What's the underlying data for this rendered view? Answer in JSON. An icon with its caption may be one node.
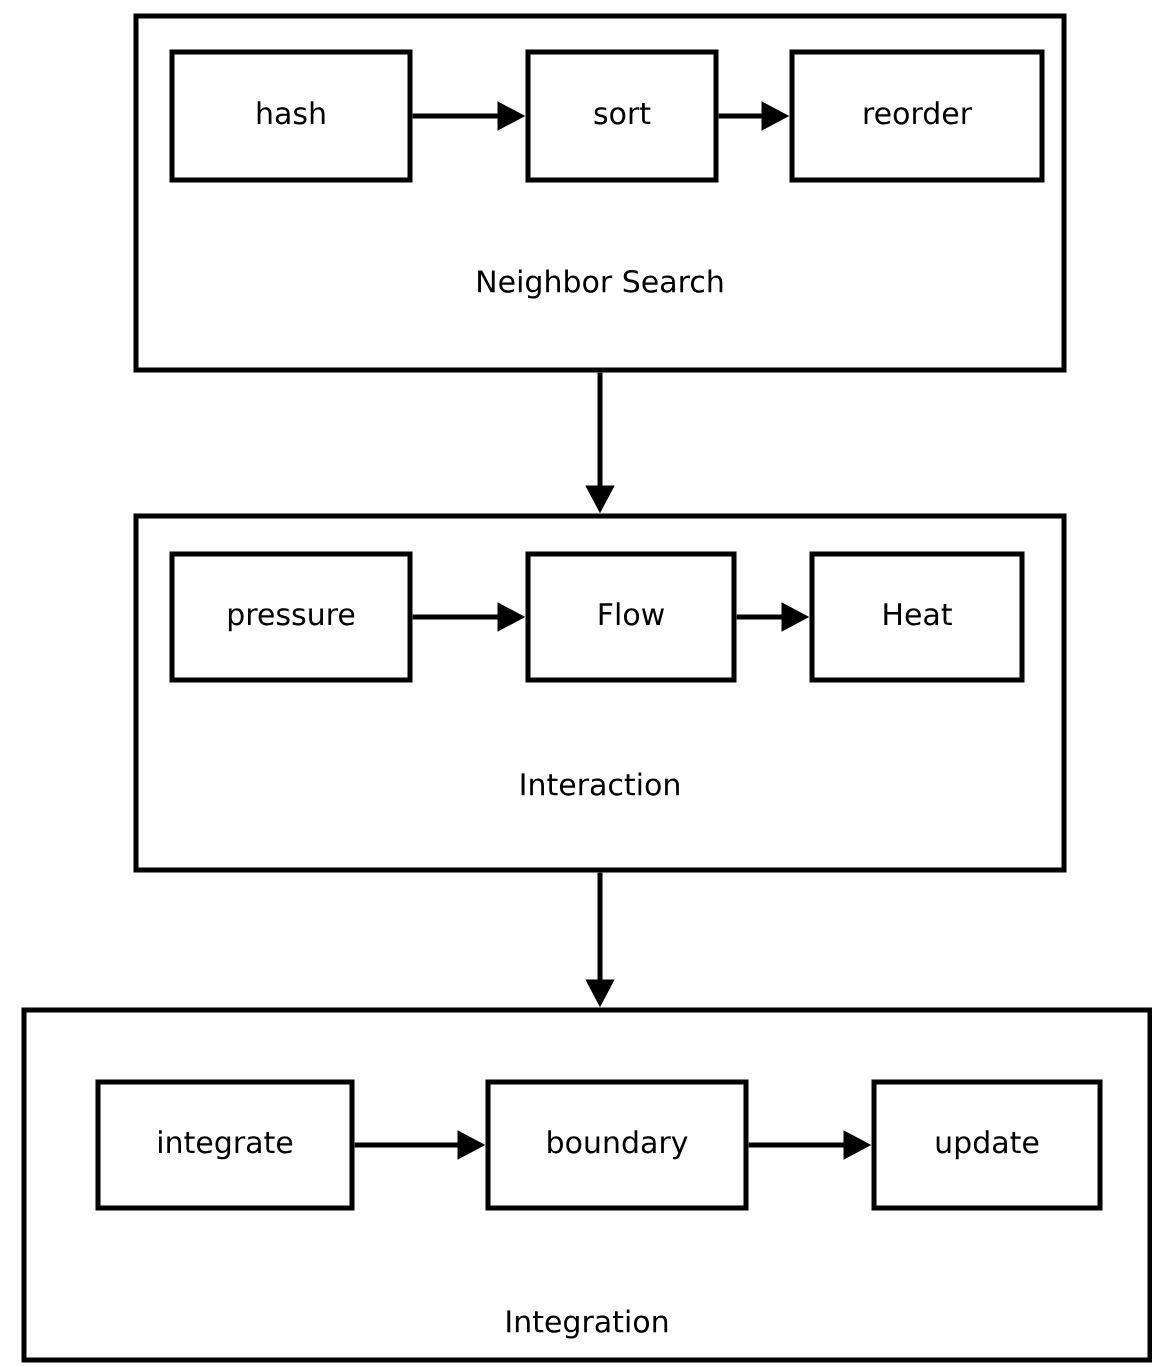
{
  "diagram": {
    "nodes": [
      {
        "text": [
          "Neighbor Search"
        ]
      },
      {
        "text": [
          "hash"
        ],
        "in": 0
      },
      {
        "text": [
          "sort"
        ],
        "in": 0
      },
      {
        "text": [
          "reorder"
        ],
        "in": 0
      },
      {
        "text": [
          "Interaction"
        ]
      },
      {
        "text": [
          "pressure"
        ],
        "in": 4
      },
      {
        "text": [
          "Flow"
        ],
        "in": 4
      },
      {
        "text": [
          "Heat"
        ],
        "in": 4
      },
      {
        "text": [
          "Integration"
        ]
      },
      {
        "text": [
          "integrate"
        ],
        "in": 8
      },
      {
        "text": [
          "boundary"
        ],
        "in": 8
      },
      {
        "text": [
          "update"
        ],
        "in": 8
      }
    ],
    "edges": [
      {
        "from": 1,
        "to": 2,
        "arrow": "to"
      },
      {
        "from": 2,
        "to": 3,
        "arrow": "to"
      },
      {
        "from": 0,
        "to": 4,
        "arrow": "to"
      },
      {
        "from": 5,
        "to": 6,
        "arrow": "to"
      },
      {
        "from": 6,
        "to": 7,
        "arrow": "to"
      },
      {
        "from": 4,
        "to": 8,
        "arrow": "to"
      },
      {
        "from": 9,
        "to": 10,
        "arrow": "to"
      },
      {
        "from": 10,
        "to": 11,
        "arrow": "to"
      }
    ]
  }
}
